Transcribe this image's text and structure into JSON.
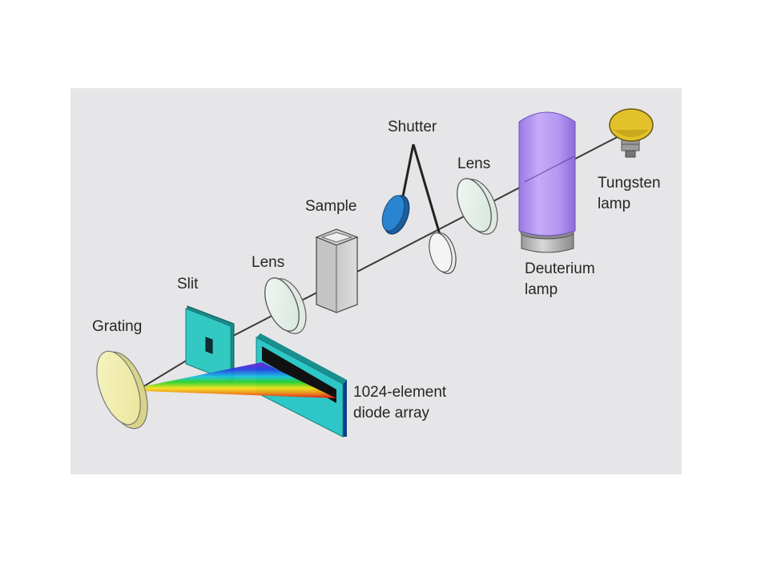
{
  "labels": {
    "shutter": "Shutter",
    "lens_right": "Lens",
    "tungsten_line1": "Tungsten",
    "tungsten_line2": "lamp",
    "sample": "Sample",
    "lens_left": "Lens",
    "slit": "Slit",
    "grating": "Grating",
    "deuterium_line1": "Deuterium",
    "deuterium_line2": "lamp",
    "diode_line1": "1024-element",
    "diode_line2": "diode array"
  },
  "colors": {
    "panel": "#e6e6e8",
    "deuterium_lamp": "#b79af2",
    "tungsten_lamp": "#e2c12b",
    "shutter": "#1f6fb5",
    "slit_plate": "#33c9c3",
    "diode_frame": "#2ec7c7",
    "grating": "#f2f0b4"
  }
}
